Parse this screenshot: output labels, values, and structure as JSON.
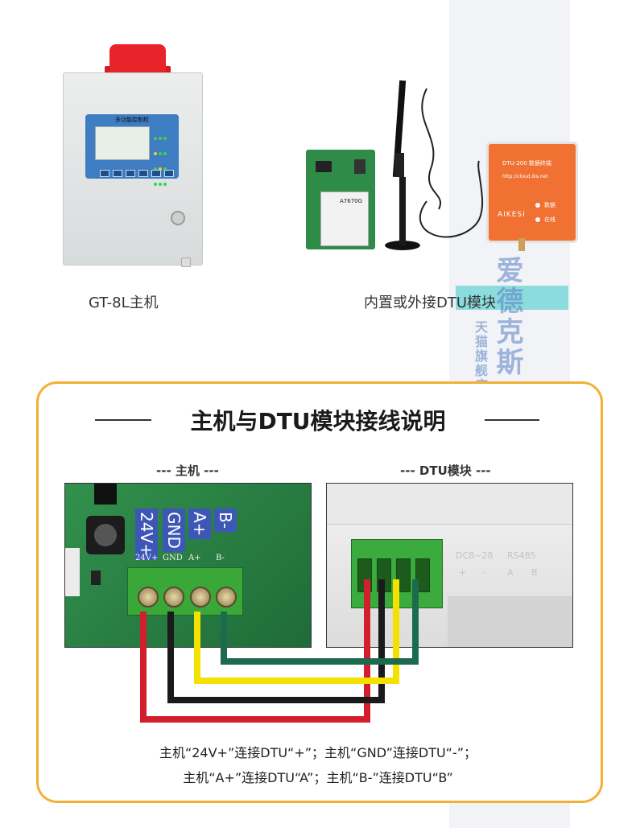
{
  "watermark": {
    "brand": "爱德克斯",
    "store": "天猫旗舰店"
  },
  "top": {
    "host_caption": "GT-8L主机",
    "dtu_caption": "内置或外接DTU模块",
    "cabinet_label": "多功能控制柜",
    "chip_label": "A7670G",
    "dtu_device_label": "DTU-200 数据终端",
    "dtu_device_url": "http://cloud.iks.net",
    "dtu_device_brand": "AIKESI",
    "dtu_indicator_1": "数据",
    "dtu_indicator_2": "在线"
  },
  "wiring": {
    "title": "主机与DTU模块接线说明",
    "host_sub": "--- 主机 ---",
    "dtu_sub": "--- DTU模块 ---",
    "terminals": [
      "24V+",
      "GND",
      "A+",
      "B-"
    ],
    "dtu_terminals_top": [
      "DC8~28",
      "RS485"
    ],
    "dtu_terminals_bottom": [
      "+",
      "-",
      "A",
      "B"
    ],
    "note_line1": "主机“24V+”连接DTU“+”；主机“GND”连接DTU“-”；",
    "note_line2": "主机“A+”连接DTU“A”；主机“B-”连接DTU“B”",
    "wire_colors": [
      "#d11f2d",
      "#1a1a1a",
      "#f5e100",
      "#1d6b4f"
    ]
  }
}
